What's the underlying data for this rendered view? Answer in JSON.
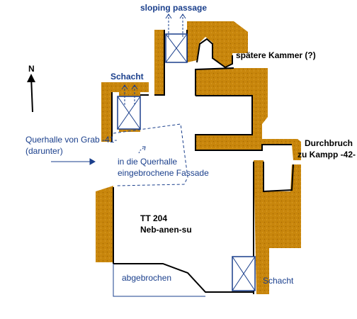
{
  "labels": {
    "sloping_passage": "sloping passage",
    "later_chamber": "spätere Kammer (?)",
    "shaft_upper": "Schacht",
    "shaft_lower": "Schacht",
    "north": "N",
    "breakthrough_line1": "Durchbruch",
    "breakthrough_line2": "zu Kampp -42-",
    "crosshall_line1": "Querhalle von Grab -41-",
    "crosshall_line2": "(darunter)",
    "facade_line1": "in die Querhalle",
    "facade_line2": "eingebrochene Fassade",
    "tomb_number": "TT 204",
    "tomb_owner": "Neb-anen-su",
    "broken_off": "abgebrochen"
  },
  "colors": {
    "rock": "#c8860c",
    "wall": "#000000",
    "annotation": "#1a3f8c",
    "background": "#ffffff"
  }
}
